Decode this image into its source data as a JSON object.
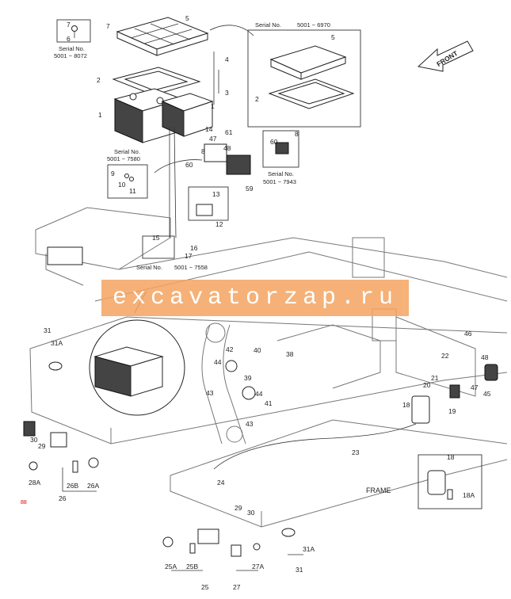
{
  "watermark": "excavatorzap.ru",
  "direction_label": "FRONT",
  "frame_label": "FRAME",
  "page_mark": "88",
  "serial_boxes": [
    {
      "title": "Serial No.",
      "range": "5001 ~ 8072"
    },
    {
      "title": "Serial No.",
      "range": "5001 ~ 6970"
    },
    {
      "title": "Serial No.",
      "range": "5001 ~ 7580"
    },
    {
      "title": "Serial No.",
      "range": "5001 ~ 7943"
    },
    {
      "title": "Serial No.",
      "range": "5001 ~ 7558"
    }
  ],
  "callouts": [
    "1",
    "2",
    "3",
    "4",
    "5",
    "6",
    "7",
    "8",
    "9",
    "10",
    "11",
    "12",
    "13",
    "14",
    "15",
    "16",
    "17",
    "18",
    "18A",
    "19",
    "20",
    "21",
    "22",
    "23",
    "24",
    "25",
    "25A",
    "25B",
    "26",
    "26A",
    "26B",
    "27",
    "27A",
    "28A",
    "29",
    "30",
    "31",
    "31A",
    "38",
    "39",
    "40",
    "41",
    "42",
    "43",
    "44",
    "45",
    "46",
    "47",
    "48",
    "59",
    "60",
    "61"
  ]
}
